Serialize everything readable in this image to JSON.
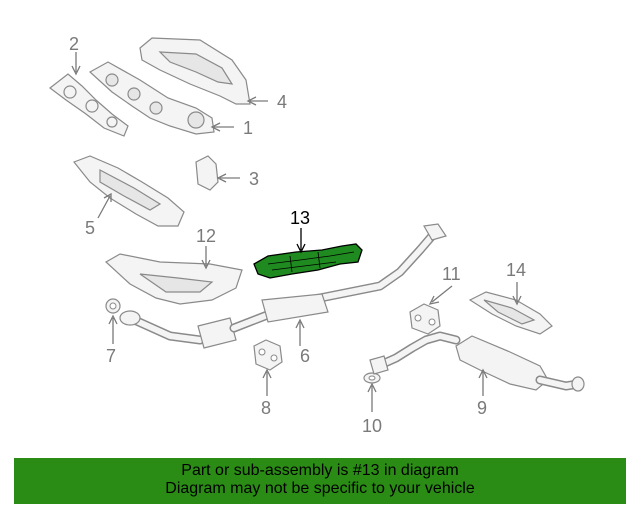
{
  "diagram": {
    "callouts": [
      {
        "id": "1",
        "label": "1"
      },
      {
        "id": "2",
        "label": "2"
      },
      {
        "id": "3",
        "label": "3"
      },
      {
        "id": "4",
        "label": "4"
      },
      {
        "id": "5",
        "label": "5"
      },
      {
        "id": "6",
        "label": "6"
      },
      {
        "id": "7",
        "label": "7"
      },
      {
        "id": "8",
        "label": "8"
      },
      {
        "id": "9",
        "label": "9"
      },
      {
        "id": "10",
        "label": "10"
      },
      {
        "id": "11",
        "label": "11"
      },
      {
        "id": "12",
        "label": "12"
      },
      {
        "id": "13",
        "label": "13"
      },
      {
        "id": "14",
        "label": "14"
      }
    ],
    "highlighted_part": "13",
    "highlight_color": "#1f8a1f"
  },
  "banner": {
    "line1": "Part or sub-assembly is #13 in diagram",
    "line2": "Diagram may not be specific to your vehicle",
    "background": "#2a8c15"
  }
}
